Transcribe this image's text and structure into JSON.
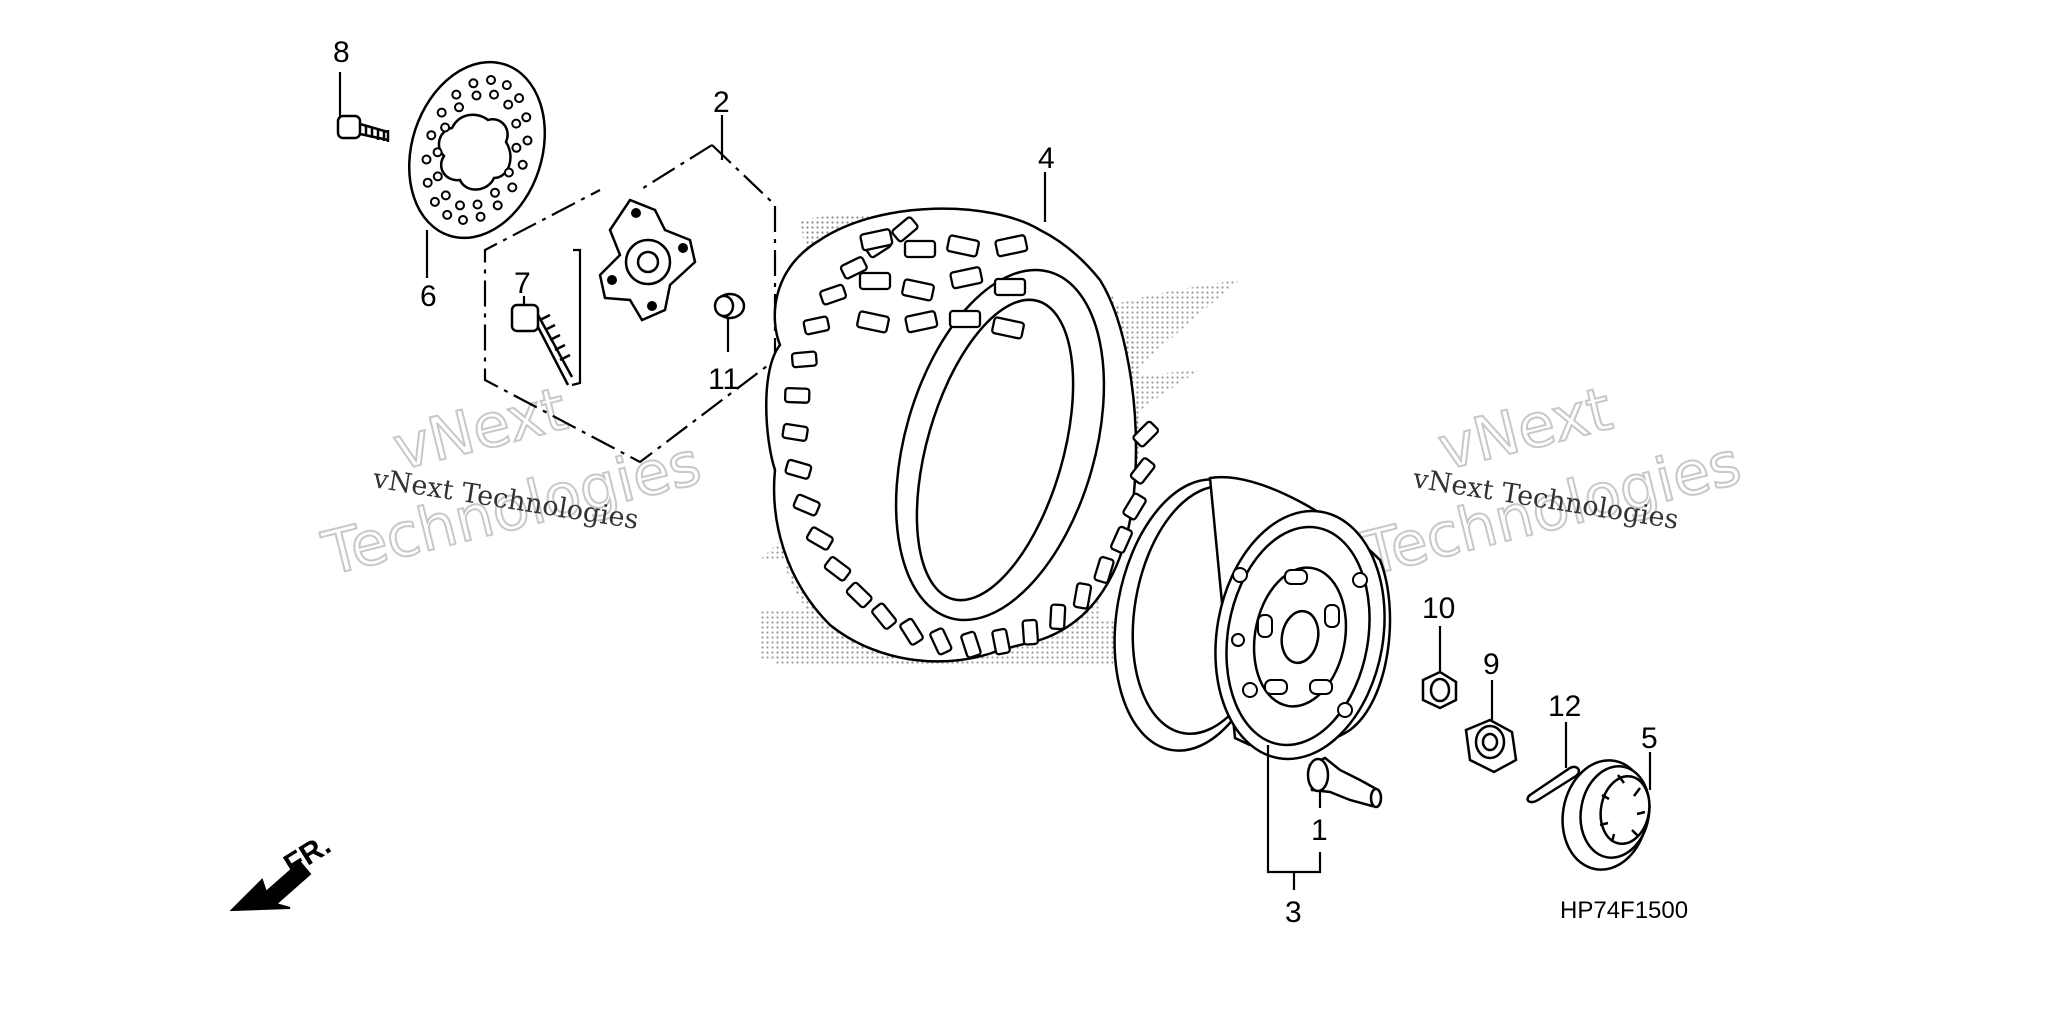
{
  "callouts": {
    "c1": "1",
    "c2": "2",
    "c3": "3",
    "c4": "4",
    "c5": "5",
    "c6": "6",
    "c7": "7",
    "c8": "8",
    "c9": "9",
    "c10": "10",
    "c11": "11",
    "c12": "12"
  },
  "diagram_code": "HP74F1500",
  "direction_label": "FR.",
  "watermark": {
    "small": "vNext Technologies",
    "big_line1": "vNext",
    "big_line2": "Technologies"
  },
  "icons": {
    "direction_arrow": "front-direction-arrow-icon"
  }
}
